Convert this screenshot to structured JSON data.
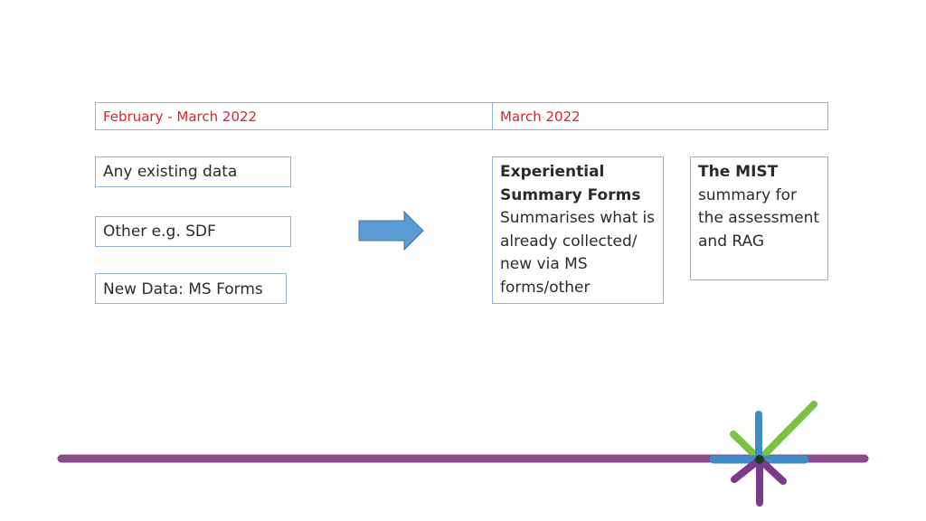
{
  "timeline": {
    "phase1_label": "February - March 2022",
    "phase2_label": "March 2022"
  },
  "inputs": [
    "Any existing data",
    "Other e.g. SDF",
    "New Data: MS Forms"
  ],
  "experiential": {
    "title_line1": "Experiential",
    "title_line2": "Summary Forms",
    "body_lines": [
      "Summarises what is",
      "already collected/",
      "new via MS",
      "forms/other"
    ]
  },
  "mist": {
    "title": "The MIST",
    "body_lines": [
      "summary for",
      "the assessment",
      "and RAG"
    ]
  },
  "colors": {
    "header_text": "#d9232e",
    "box_border": "#8eb4da",
    "arrow": "#5b9bd5",
    "bar": "#8b4a8c",
    "logo_green": "#7cc142",
    "logo_blue": "#3e8dc7",
    "logo_purple": "#7b3a8a"
  },
  "icons": {
    "arrow": "right-arrow-icon",
    "logo": "star-logo-icon"
  }
}
